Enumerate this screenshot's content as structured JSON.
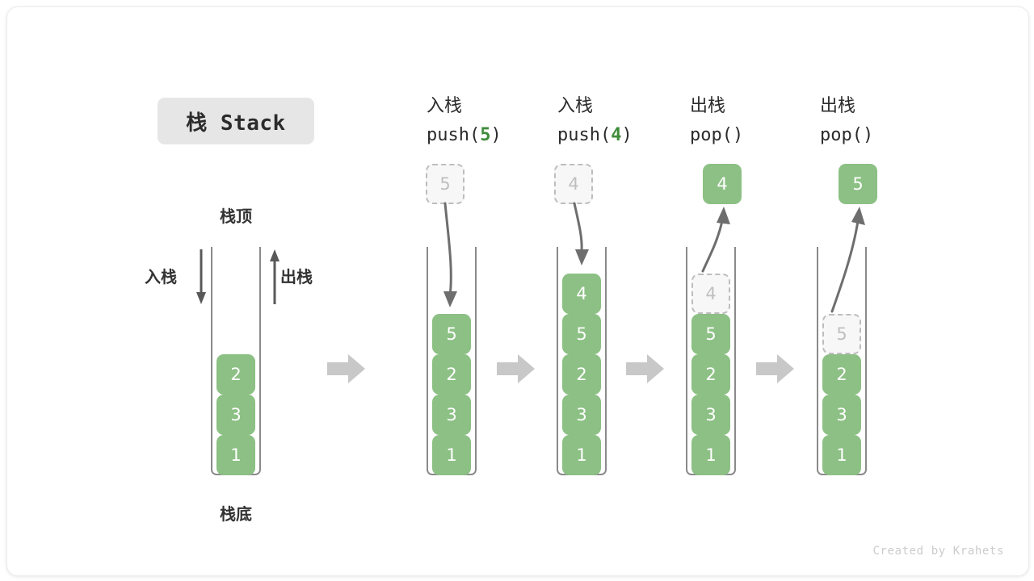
{
  "title": {
    "text": "栈 Stack"
  },
  "labels": {
    "top": "栈顶",
    "bottom": "栈底",
    "push_side": "入栈",
    "pop_side": "出栈"
  },
  "colors": {
    "element_fill": "#8cc084",
    "element_text": "#ffffff",
    "ghost_fill": "#f7f7f7",
    "ghost_border": "#bdbdbd",
    "ghost_text": "#bfbfbf",
    "container_stroke": "#8a8a8a",
    "step_arrow": "#c8c8c8",
    "motion_arrow": "#6e6e6e",
    "accent_green": "#3f8c3a",
    "badge_bg": "#e6e6e6",
    "text_dark": "#2b2b2b"
  },
  "stages": [
    {
      "id": "initial",
      "caption_cn": "",
      "caption_code": "",
      "cells_bottom_to_top": [
        "1",
        "3",
        "2"
      ],
      "ghost_top": null,
      "float_cell": null
    },
    {
      "id": "push-5",
      "caption_cn": "入栈",
      "caption_code_prefix": "push(",
      "caption_code_arg": "5",
      "caption_code_suffix": ")",
      "cells_bottom_to_top": [
        "1",
        "3",
        "2",
        "5"
      ],
      "ghost_top": "5",
      "ghost_position": "above",
      "motion": "down"
    },
    {
      "id": "push-4",
      "caption_cn": "入栈",
      "caption_code_prefix": "push(",
      "caption_code_arg": "4",
      "caption_code_suffix": ")",
      "cells_bottom_to_top": [
        "1",
        "3",
        "2",
        "5",
        "4"
      ],
      "ghost_top": "4",
      "ghost_position": "above",
      "motion": "down"
    },
    {
      "id": "pop-4",
      "caption_cn": "出栈",
      "caption_code_prefix": "pop(",
      "caption_code_arg": "",
      "caption_code_suffix": ")",
      "cells_bottom_to_top": [
        "1",
        "3",
        "2",
        "5"
      ],
      "ghost_in_stack": "4",
      "float_cell": "4",
      "motion": "up"
    },
    {
      "id": "pop-5",
      "caption_cn": "出栈",
      "caption_code_prefix": "pop(",
      "caption_code_arg": "",
      "caption_code_suffix": ")",
      "cells_bottom_to_top": [
        "1",
        "3",
        "2"
      ],
      "ghost_in_stack": "5",
      "float_cell": "5",
      "motion": "up"
    }
  ],
  "credit": "Created by Krahets"
}
